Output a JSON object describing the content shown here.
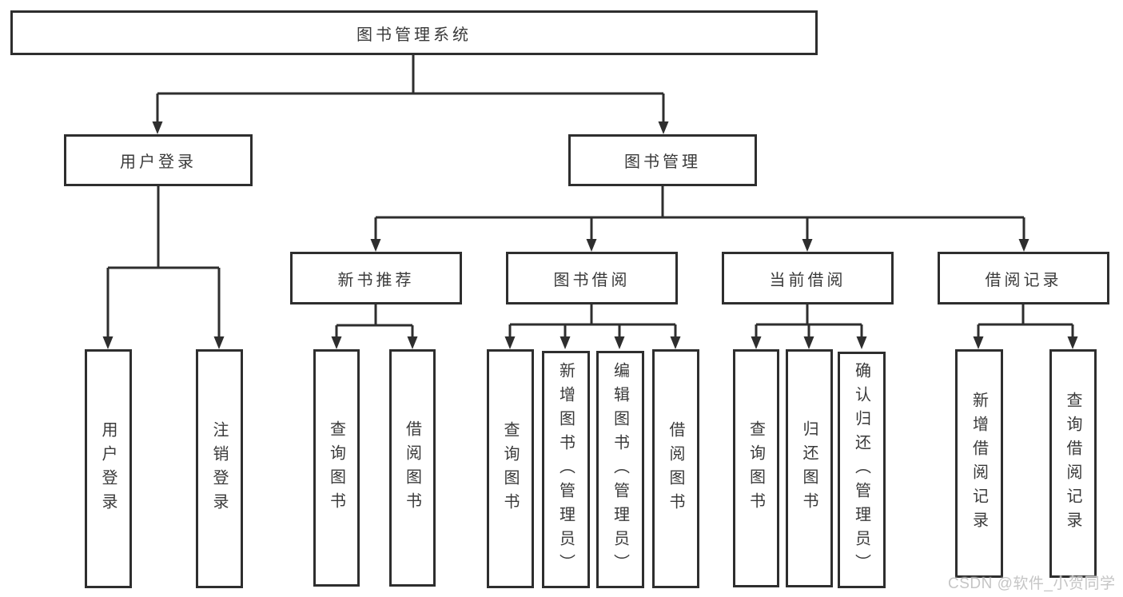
{
  "nodes": {
    "root": "图书管理系统",
    "user_login": "用户登录",
    "book_management": "图书管理",
    "new_book_recommend": "新书推荐",
    "book_borrowing": "图书借阅",
    "current_borrowing": "当前借阅",
    "borrowing_records": "借阅记录",
    "leaf_user_login": "用户登录",
    "leaf_logout": "注销登录",
    "nb_query_books": "查询图书",
    "nb_borrow_books": "借阅图书",
    "bb_query_books": "查询图书",
    "bb_add_books": "新增图书（管理员）",
    "bb_edit_books": "编辑图书（管理员）",
    "bb_borrow_books": "借阅图书",
    "cb_query_books": "查询图书",
    "cb_return_books": "归还图书",
    "cb_confirm_return": "确认归还（管理员）",
    "br_add_record": "新增借阅记录",
    "br_query_record": "查询借阅记录"
  },
  "watermark": "CSDN @软件_小贺同学",
  "colors": {
    "line": "#2e2e2e",
    "text": "#3a3a3a",
    "watermark": "#c5c5c5",
    "background": "#ffffff"
  }
}
